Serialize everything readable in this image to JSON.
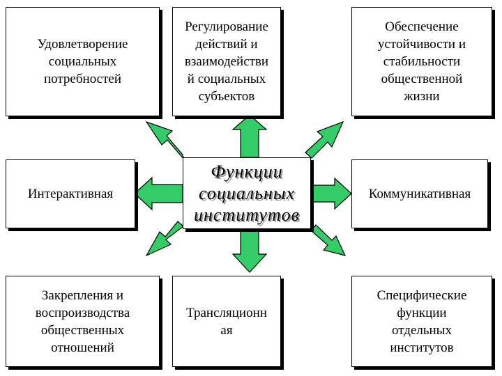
{
  "colors": {
    "arrow_fill": "#33cc66",
    "border": "#000000",
    "background": "#ffffff"
  },
  "center": {
    "label": "Функции\nсоциальных\nинститутов"
  },
  "boxes": {
    "top_left": "Удовлетворение\nсоциальных\nпотребностей",
    "top_center": "Регулирование\nдействий и\nвзаимодействи\nй социальных\nсубъектов",
    "top_right": "Обеспечение\nустойчивости и\nстабильности\nобщественной\nжизни",
    "middle_left": "Интерактивная",
    "middle_right": "Коммуникативная",
    "bottom_left": "Закрепления и\nвоспроизводства\nобщественных\nотношений",
    "bottom_center": "Трансляционн\nая",
    "bottom_right": "Специфические\nфункции\nотдельных\nинститутов"
  }
}
